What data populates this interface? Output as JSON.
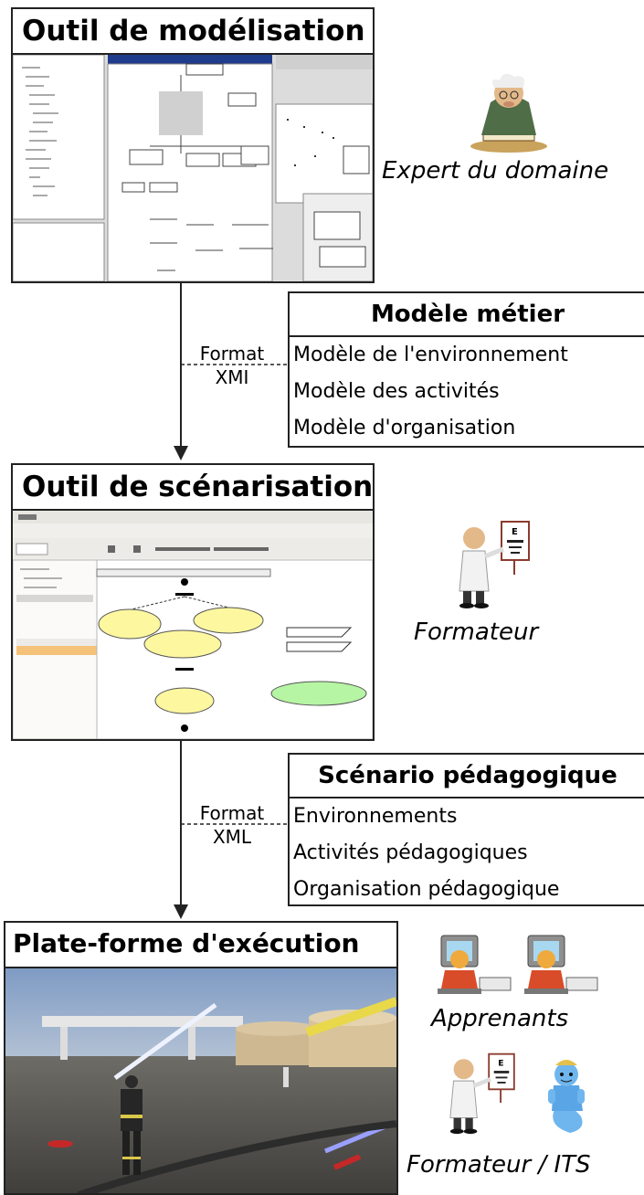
{
  "tools": [
    {
      "title": "Outil de modélisation"
    },
    {
      "title": "Outil de scénarisation"
    },
    {
      "title": "Plate-forme d'exécution"
    }
  ],
  "models": [
    {
      "title": "Modèle métier",
      "items": [
        "Modèle de l'environnement",
        "Modèle des activités",
        "Modèle d'organisation"
      ]
    },
    {
      "title": "Scénario pédagogique",
      "items": [
        "Environnements",
        "Activités pédagogiques",
        "Organisation pédagogique"
      ]
    }
  ],
  "formats": [
    {
      "line1": "Format",
      "line2": "XMI"
    },
    {
      "line1": "Format",
      "line2": "XML"
    }
  ],
  "actors": {
    "expert": "Expert du domaine",
    "formateur": "Formateur",
    "apprenants": "Apprenants",
    "formateur_its": "Formateur / ITS"
  },
  "colors": {
    "diagram_yellow": "#fdf7a0",
    "diagram_green": "#b6f5a3",
    "ui_grey": "#d8d8d8",
    "selection_orange": "#f5c27a",
    "sky": "#8ea7c9",
    "ground": "#5b5b58"
  },
  "icons": [
    "professor-reading-icon",
    "doctor-eye-chart-icon",
    "learner-computer-icon",
    "genie-icon"
  ]
}
